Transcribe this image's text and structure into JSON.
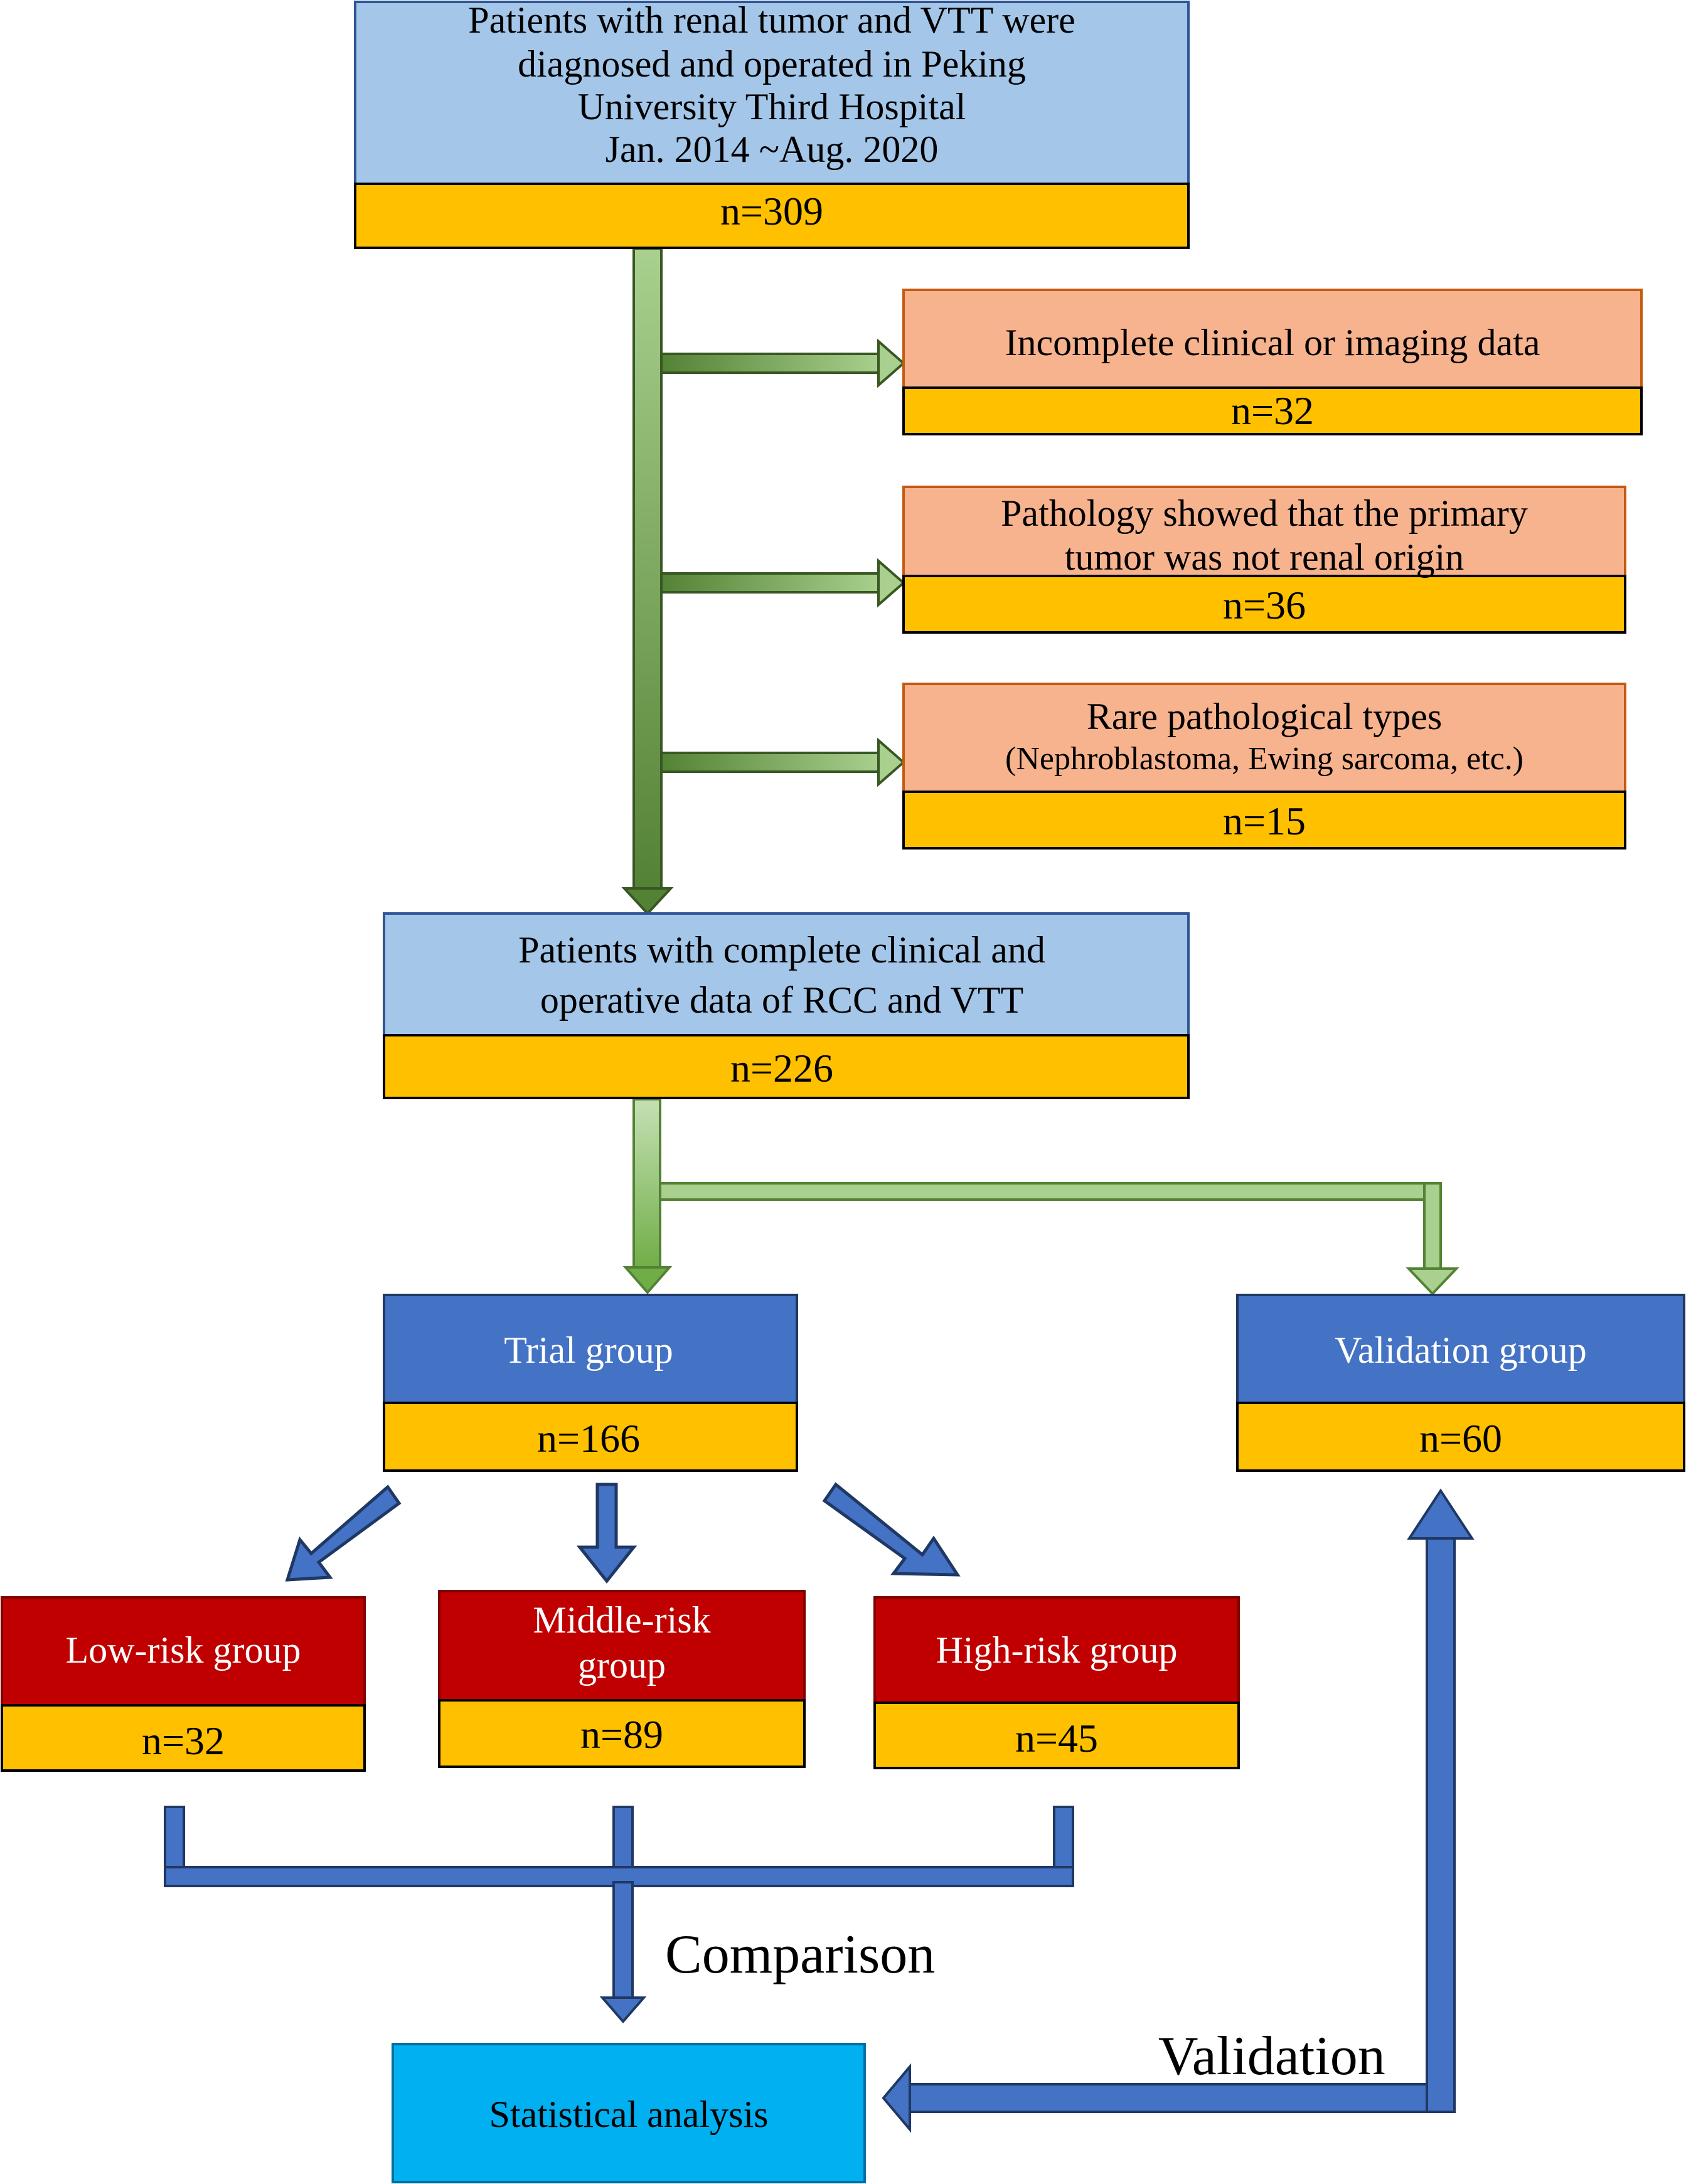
{
  "colors": {
    "patient_box": "#A4C6E8",
    "count_bar": "#FFC000",
    "exclusion_box": "#F7B38E",
    "group_box": "#4472C4",
    "risk_box": "#C00000",
    "analysis_box": "#00B0F0",
    "green_arrow_dark": "#548235",
    "green_arrow_light": "#A9D08E",
    "blue_arrow": "#4472C4"
  },
  "start": {
    "lines": [
      "Patients with renal tumor and VTT were",
      "diagnosed and operated in Peking",
      "University Third Hospital",
      "Jan. 2014 ~Aug. 2020"
    ],
    "count": "n=309"
  },
  "exclusions": [
    {
      "lines": [
        "Incomplete clinical or imaging data"
      ],
      "count": "n=32"
    },
    {
      "lines": [
        "Pathology showed that the primary",
        "tumor was not renal origin"
      ],
      "count": "n=36"
    },
    {
      "lines": [
        "Rare pathological types"
      ],
      "sub": "(Nephroblastoma, Ewing sarcoma, etc.)",
      "count": "n=15"
    }
  ],
  "complete": {
    "lines": [
      "Patients with complete clinical and",
      "operative data of RCC and VTT"
    ],
    "count": "n=226"
  },
  "trial": {
    "label": "Trial group",
    "count": "n=166"
  },
  "validation_group": {
    "label": "Validation  group",
    "count": "n=60"
  },
  "risk_groups": [
    {
      "lines": [
        "Low-risk group"
      ],
      "count": "n=32"
    },
    {
      "lines": [
        "Middle-risk",
        "group"
      ],
      "count": "n=89"
    },
    {
      "lines": [
        "High-risk group"
      ],
      "count": "n=45"
    }
  ],
  "comparison_label": "Comparison",
  "validation_label": "Validation",
  "analysis": {
    "label": "Statistical  analysis"
  }
}
